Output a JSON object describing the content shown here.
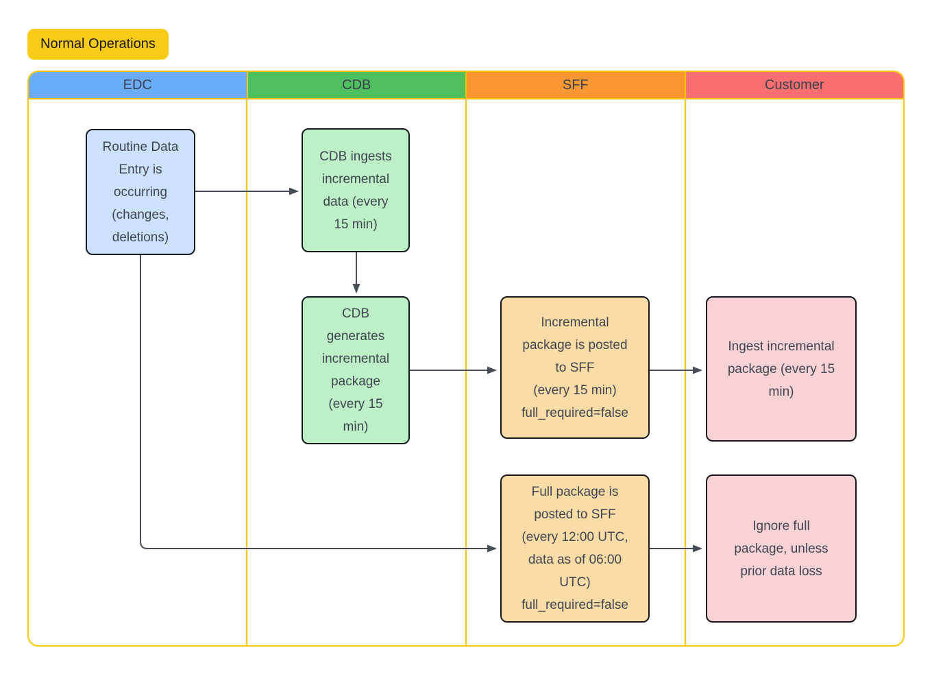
{
  "diagram_title": "Normal Operations",
  "colors": {
    "frame_border": "#FDC500",
    "title_badge_bg": "#F9CB16",
    "lane_edc": "#6BACF8",
    "lane_cdb": "#4FBF5F",
    "lane_sff": "#F99732",
    "lane_customer": "#F96F6F",
    "node_blue": "#CCE1FB",
    "node_green": "#BDF0C6",
    "node_orange": "#FBDBA6",
    "node_pink": "#F9D2D6",
    "node_border": "#15181d",
    "arrow": "#474D56",
    "text": "#3F4651"
  },
  "lanes": [
    {
      "id": "edc",
      "label": "EDC"
    },
    {
      "id": "cdb",
      "label": "CDB"
    },
    {
      "id": "sff",
      "label": "SFF"
    },
    {
      "id": "customer",
      "label": "Customer"
    }
  ],
  "nodes": [
    {
      "id": "routine-data-entry",
      "lane": "edc",
      "color": "blue",
      "text": "Routine Data\nEntry is\noccurring\n(changes,\ndeletions)"
    },
    {
      "id": "cdb-ingests-incremental",
      "lane": "cdb",
      "color": "green",
      "text": "CDB ingests\nincremental\ndata (every\n15 min)"
    },
    {
      "id": "cdb-generates-incremental",
      "lane": "cdb",
      "color": "green",
      "text": "CDB\ngenerates\nincremental\npackage\n(every 15\nmin)"
    },
    {
      "id": "incremental-package-posted",
      "lane": "sff",
      "color": "orange",
      "text": "Incremental\npackage is posted\nto SFF\n(every 15 min)\nfull_required=false"
    },
    {
      "id": "ingest-incremental-package",
      "lane": "customer",
      "color": "pink",
      "text": "Ingest incremental\npackage (every 15\nmin)"
    },
    {
      "id": "full-package-posted",
      "lane": "sff",
      "color": "orange",
      "text": "Full package is\nposted to SFF\n(every 12:00 UTC,\ndata as of 06:00\nUTC)\nfull_required=false"
    },
    {
      "id": "ignore-full-package",
      "lane": "customer",
      "color": "pink",
      "text": "Ignore full\npackage, unless\nprior data loss"
    }
  ],
  "edges": [
    {
      "from": "routine-data-entry",
      "to": "cdb-ingests-incremental"
    },
    {
      "from": "cdb-ingests-incremental",
      "to": "cdb-generates-incremental"
    },
    {
      "from": "cdb-generates-incremental",
      "to": "incremental-package-posted"
    },
    {
      "from": "incremental-package-posted",
      "to": "ingest-incremental-package"
    },
    {
      "from": "routine-data-entry",
      "to": "full-package-posted"
    },
    {
      "from": "full-package-posted",
      "to": "ignore-full-package"
    }
  ]
}
